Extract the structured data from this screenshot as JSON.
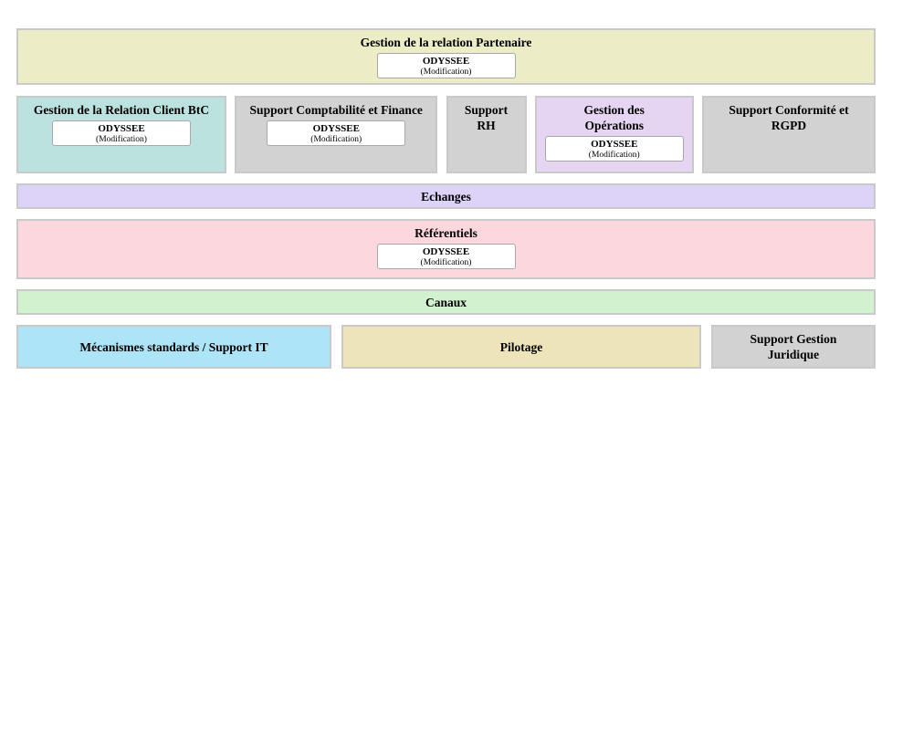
{
  "tag": {
    "name": "ODYSSEE",
    "action": "(Modification)"
  },
  "blocks": {
    "partenaire": {
      "label": "Gestion de la relation Partenaire"
    },
    "client_btc": {
      "label": "Gestion de la Relation Client BtC"
    },
    "comptabilite": {
      "label": "Support Comptabilité et Finance"
    },
    "rh": {
      "label": "Support RH"
    },
    "operations": {
      "label": "Gestion des Opérations"
    },
    "conformite": {
      "label": "Support Conformité et RGPD"
    },
    "echanges": {
      "label": "Echanges"
    },
    "referentiels": {
      "label": "Référentiels"
    },
    "canaux": {
      "label": "Canaux"
    },
    "mecanismes": {
      "label": "Mécanismes standards / Support IT"
    },
    "pilotage": {
      "label": "Pilotage"
    },
    "juridique": {
      "label": "Support Gestion Juridique"
    }
  },
  "colors": {
    "partenaire": "#ECEDC6",
    "client_btc": "#BCE2E0",
    "comptabilite": "#D2D2D2",
    "rh": "#D2D2D2",
    "operations": "#E6D5F2",
    "conformite": "#D2D2D2",
    "echanges": "#DDD2F7",
    "referentiels": "#FCD7DE",
    "canaux": "#D2F1CF",
    "mecanismes": "#ADE4F8",
    "pilotage": "#EDE5B9",
    "juridique": "#D2D2D2",
    "block_border": "#C9C9C9",
    "tag_border": "#A8A8A8",
    "tag_background": "#FFFFFF",
    "text": "#000000"
  }
}
